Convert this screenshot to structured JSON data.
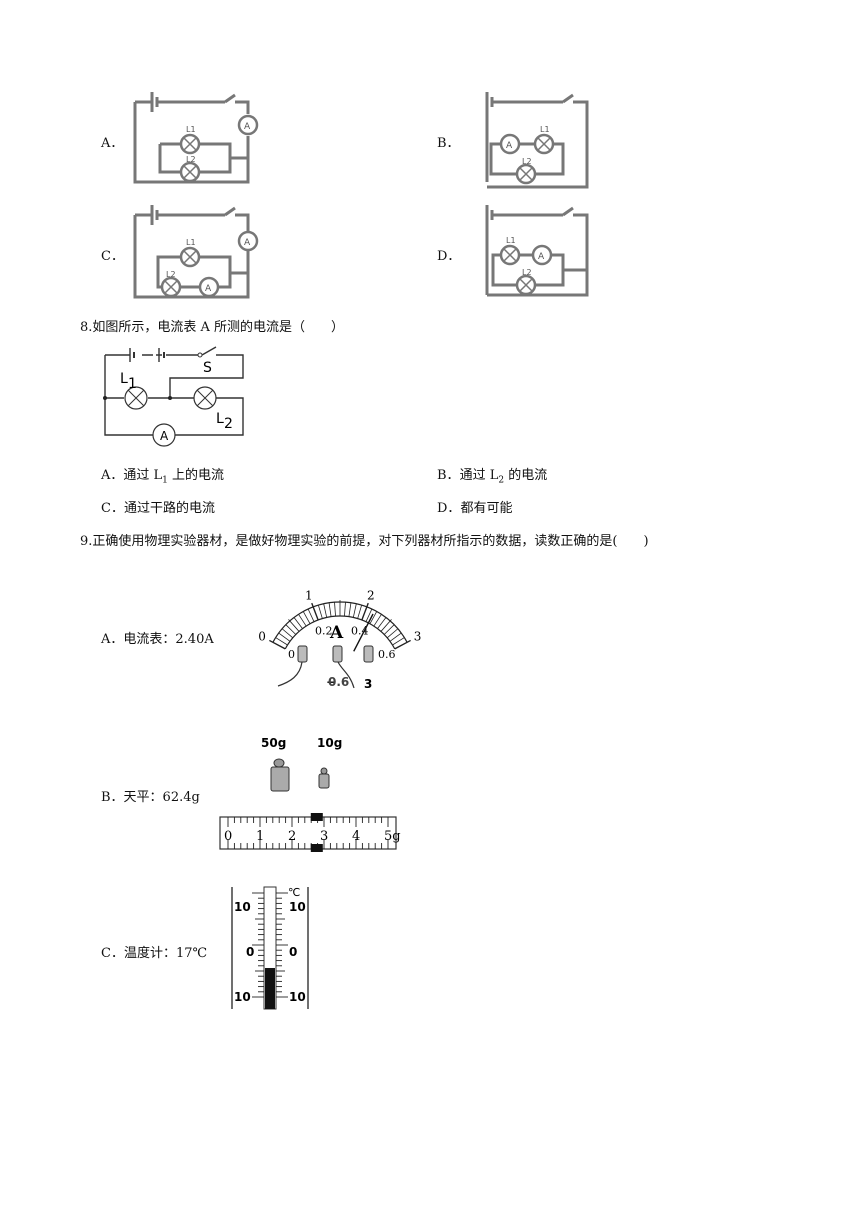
{
  "q7": {
    "options": [
      {
        "letter": "A．"
      },
      {
        "letter": "B．"
      },
      {
        "letter": "C．"
      },
      {
        "letter": "D．"
      }
    ],
    "circuit_labels": {
      "l1": "L1",
      "l2": "L2",
      "ammeter": "A",
      "plus": "+",
      "minus": "−"
    }
  },
  "q8": {
    "stem": "8.如图所示，电流表 A 所测的电流是（　　）",
    "figure": {
      "switch": "S",
      "l1": "L",
      "l1_sub": "1",
      "l2": "L",
      "l2_sub": "2",
      "ammeter": "A"
    },
    "options": [
      {
        "letter": "A．",
        "pre": "通过 L",
        "sub": "1",
        "post": " 上的电流"
      },
      {
        "letter": "B．",
        "pre": "通过 L",
        "sub": "2",
        "post": " 的电流"
      },
      {
        "letter": "C．",
        "text": "通过干路的电流"
      },
      {
        "letter": "D．",
        "text": "都有可能"
      }
    ]
  },
  "q9": {
    "stem": "9.正确使用物理实验器材，是做好物理实验的前提，对下列器材所指示的数据，读数正确的是(　　)",
    "options": [
      {
        "label": "A．电流表：2.40A"
      },
      {
        "label": "B．天平：62.4g"
      },
      {
        "label": "C．温度计：17℃"
      }
    ],
    "ammeter": {
      "upper_ticks": [
        "0",
        "1",
        "2",
        "3"
      ],
      "lower_ticks": [
        "0",
        "0.2",
        "0.4",
        "0.6"
      ],
      "unit": "A",
      "terminals": [
        "−",
        "0.6",
        "3"
      ],
      "needle_fraction": 0.72
    },
    "balance": {
      "weights": [
        "50g",
        "10g"
      ],
      "scale": [
        "0",
        "1",
        "2",
        "3",
        "4",
        "5g"
      ],
      "rider_value": 2.4
    },
    "thermometer": {
      "unit": "℃",
      "left_scale": [
        "10",
        "0",
        "10"
      ],
      "right_scale": [
        "10",
        "0",
        "10"
      ]
    }
  }
}
